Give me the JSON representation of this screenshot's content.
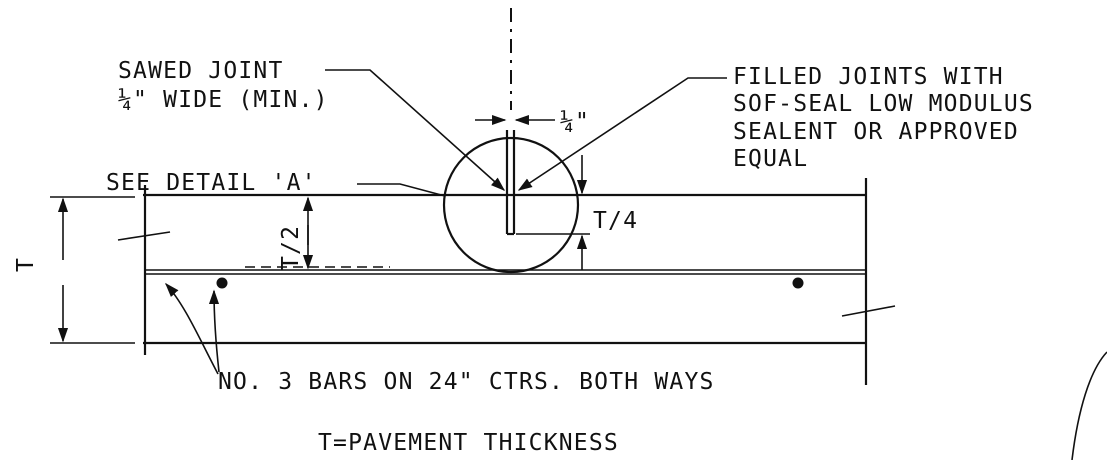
{
  "labels": {
    "sawed_joint_line1": "SAWED JOINT",
    "sawed_joint_line2": "¼\" WIDE (MIN.)",
    "filled_line1": "FILLED JOINTS WITH",
    "filled_line2": "SOF-SEAL LOW MODULUS",
    "filled_line3": "SEALENT OR APPROVED",
    "filled_line4": "EQUAL",
    "see_detail": "SEE DETAIL 'A'",
    "joint_width": "¼\"",
    "half_thickness": "T/2",
    "quarter_thickness": "T/4",
    "thickness": "T",
    "bars_note": "NO. 3 BARS ON 24\" CTRS. BOTH WAYS",
    "legend": "T=PAVEMENT THICKNESS"
  }
}
